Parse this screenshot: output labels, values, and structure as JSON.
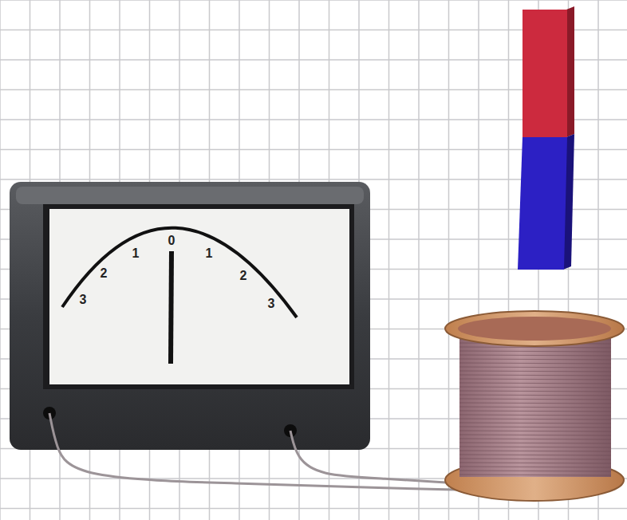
{
  "diagram": {
    "labels": [
      "3",
      "2",
      "1",
      "0",
      "1",
      "2",
      "3"
    ]
  }
}
